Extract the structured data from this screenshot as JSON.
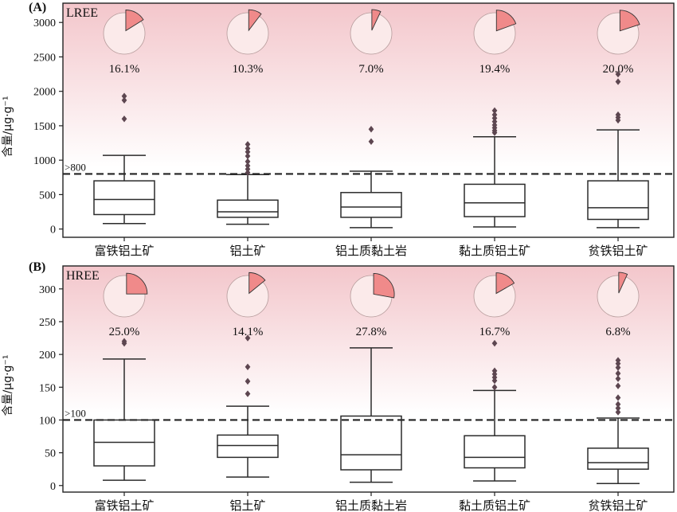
{
  "chart_data": [
    {
      "type": "box",
      "panel_tag": "(A)",
      "panel_name": "LREE",
      "ylabel": "含量/μg·g⁻¹",
      "ylim": [
        -120,
        3280
      ],
      "yticks": [
        0,
        500,
        1000,
        1500,
        2000,
        2500,
        3000
      ],
      "threshold": 800,
      "threshold_label": ">800",
      "categories": [
        "富铁铝土矿",
        "铝土矿",
        "铝土质黏土岩",
        "黏土质铝土矿",
        "贫铁铝土矿"
      ],
      "boxes": [
        {
          "whisker_low": 80,
          "q1": 210,
          "median": 430,
          "q3": 700,
          "whisker_high": 1070,
          "outliers": [
            1600,
            1870,
            1930
          ]
        },
        {
          "whisker_low": 70,
          "q1": 170,
          "median": 250,
          "q3": 420,
          "whisker_high": 790,
          "outliers": [
            820,
            870,
            920,
            980,
            1060,
            1120,
            1170,
            1230
          ]
        },
        {
          "whisker_low": 20,
          "q1": 170,
          "median": 320,
          "q3": 530,
          "whisker_high": 840,
          "outliers": [
            1270,
            1450
          ]
        },
        {
          "whisker_low": 30,
          "q1": 180,
          "median": 380,
          "q3": 650,
          "whisker_high": 1340,
          "outliers": [
            1400,
            1430,
            1470,
            1510,
            1560,
            1610,
            1660,
            1720
          ]
        },
        {
          "whisker_low": 20,
          "q1": 140,
          "median": 310,
          "q3": 700,
          "whisker_high": 1440,
          "outliers": [
            1580,
            1620,
            1660,
            2140,
            2250
          ]
        }
      ],
      "pies": [
        16.1,
        10.3,
        7.0,
        19.4,
        20.0
      ],
      "pie_labels": [
        "16.1%",
        "10.3%",
        "7.0%",
        "19.4%",
        "20.0%"
      ]
    },
    {
      "type": "box",
      "panel_tag": "(B)",
      "panel_name": "HREE",
      "ylabel": "含量/μg·g⁻¹",
      "ylim": [
        -10,
        335
      ],
      "yticks": [
        0,
        50,
        100,
        150,
        200,
        250,
        300
      ],
      "threshold": 100,
      "threshold_label": ">100",
      "categories": [
        "富铁铝土矿",
        "铝土矿",
        "铝土质黏土岩",
        "黏土质铝土矿",
        "贫铁铝土矿"
      ],
      "boxes": [
        {
          "whisker_low": 8,
          "q1": 30,
          "median": 66,
          "q3": 100,
          "whisker_high": 193,
          "outliers": [
            217,
            220
          ]
        },
        {
          "whisker_low": 13,
          "q1": 43,
          "median": 61,
          "q3": 77,
          "whisker_high": 121,
          "outliers": [
            140,
            159,
            181,
            225
          ]
        },
        {
          "whisker_low": 5,
          "q1": 24,
          "median": 47,
          "q3": 106,
          "whisker_high": 210,
          "outliers": []
        },
        {
          "whisker_low": 7,
          "q1": 27,
          "median": 43,
          "q3": 76,
          "whisker_high": 145,
          "outliers": [
            150,
            160,
            165,
            170,
            175,
            217
          ]
        },
        {
          "whisker_low": 3,
          "q1": 25,
          "median": 35,
          "q3": 57,
          "whisker_high": 103,
          "outliers": [
            112,
            118,
            124,
            134,
            152,
            163,
            171,
            180,
            186,
            191
          ]
        }
      ],
      "pies": [
        25.0,
        14.1,
        27.8,
        16.7,
        6.8
      ],
      "pie_labels": [
        "25.0%",
        "14.1%",
        "27.8%",
        "16.7%",
        "6.8%"
      ]
    }
  ],
  "colors": {
    "band_top": "#f3c6cb",
    "band_bottom": "#ffffff",
    "pie_fill": "#fbeaea",
    "pie_slice": "#f08a8a",
    "box": "#2b2b2b",
    "outlier": "#5d4650"
  }
}
